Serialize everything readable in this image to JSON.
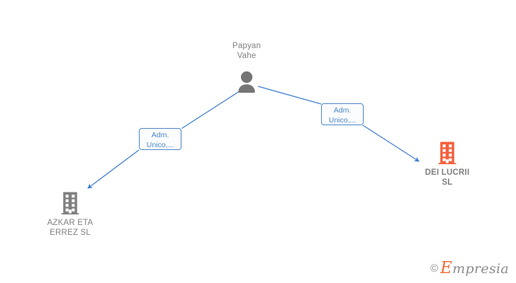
{
  "graph": {
    "background_color": "#ffffff",
    "edge_color": "#3f7fd0",
    "person_icon_color": "#757575",
    "company_icon_color": "#808080",
    "company_highlight_color": "#f4603e",
    "label_border_color": "#4a86c8",
    "label_text_color": "#4a86c8",
    "caption_color": "#808080",
    "nodes": [
      {
        "id": "person-papyan-vahe",
        "type": "person",
        "icon": "person-icon",
        "caption": "Papyan\nVahe",
        "highlight": false
      },
      {
        "id": "company-azkar-eta-errez-sl",
        "type": "company",
        "icon": "building-icon",
        "caption": "AZKAR ETA\nERREZ  SL",
        "highlight": false
      },
      {
        "id": "company-dei-lucrii-sl",
        "type": "company",
        "icon": "building-icon",
        "caption": "DEI LUCRII\nSL",
        "highlight": true
      }
    ],
    "edges": [
      {
        "id": "edge-papyan-to-azkar",
        "from": "person-papyan-vahe",
        "to": "company-azkar-eta-errez-sl",
        "label": "Adm.\nUnico,..."
      },
      {
        "id": "edge-papyan-to-dei-lucrii",
        "from": "person-papyan-vahe",
        "to": "company-dei-lucrii-sl",
        "label": "Adm.\nUnico,..."
      }
    ]
  },
  "watermark": {
    "copyright": "©",
    "brand_initial": "E",
    "brand_rest": "mpresia"
  }
}
